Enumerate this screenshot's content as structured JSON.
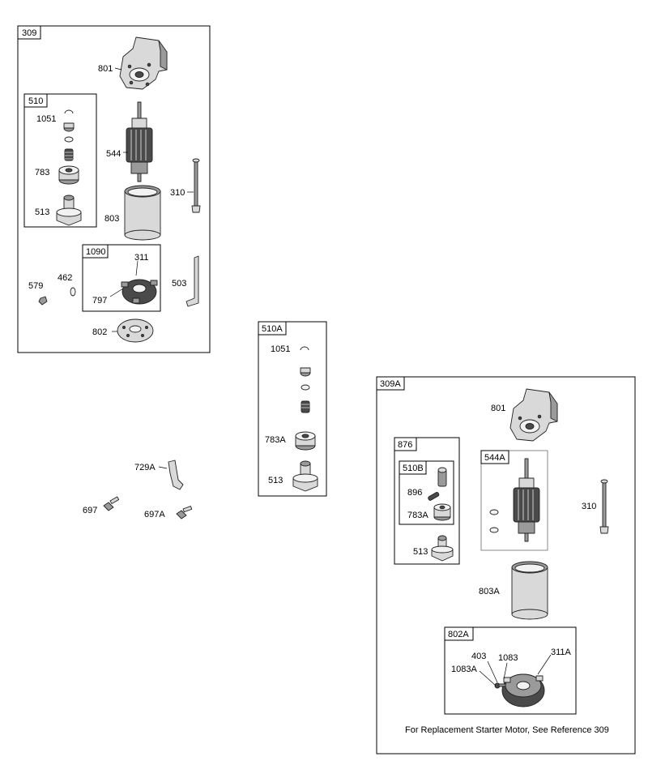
{
  "boxes": {
    "b309": "309",
    "b510": "510",
    "b1090": "1090",
    "b510A": "510A",
    "b309A": "309A",
    "b876": "876",
    "b510B": "510B",
    "b544A": "544A",
    "b802A": "802A"
  },
  "labels": {
    "g1_801": "801",
    "g1_1051": "1051",
    "g1_544": "544",
    "g1_783": "783",
    "g1_310": "310",
    "g1_513": "513",
    "g1_803": "803",
    "g1_311": "311",
    "g1_579": "579",
    "g1_462": "462",
    "g1_503": "503",
    "g1_797": "797",
    "g1_802": "802",
    "g2_1051": "1051",
    "g2_783A": "783A",
    "g2_513": "513",
    "g3_729A": "729A",
    "g3_697": "697",
    "g3_697A": "697A",
    "g4_801": "801",
    "g4_896": "896",
    "g4_783A": "783A",
    "g4_310": "310",
    "g4_513": "513",
    "g4_803A": "803A",
    "g4_403": "403",
    "g4_1083": "1083",
    "g4_311A": "311A",
    "g4_1083A": "1083A"
  },
  "note": "For Replacement Starter Motor, See Reference 309"
}
